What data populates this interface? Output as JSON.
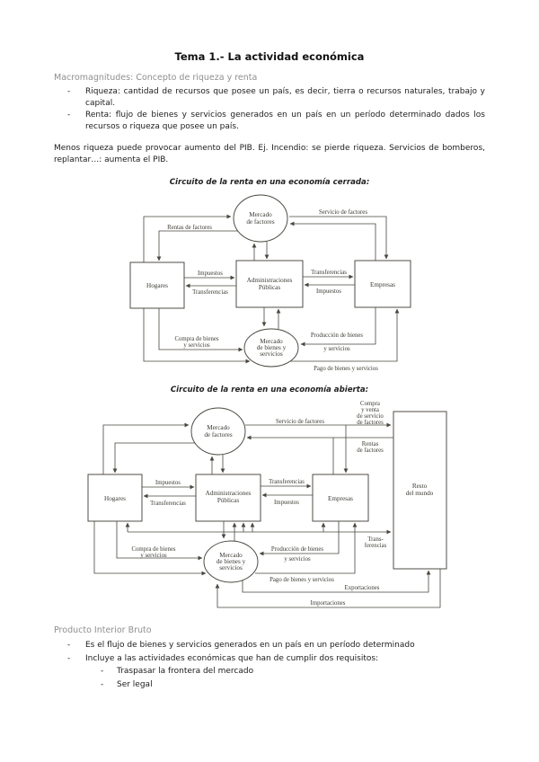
{
  "page": {
    "title": "Tema 1.- La actividad económica"
  },
  "intro": {
    "heading": "Macromagnitudes: Concepto de riqueza y renta",
    "bullet_char": "-",
    "bullets": [
      {
        "line1": "Riqueza: cantidad de recursos que posee un país, es decir, tierra o recursos naturales, trabajo y",
        "line2": "capital."
      },
      {
        "line1": "Renta: flujo de bienes y servicios generados en un país en un período determinado dados los",
        "line2": "recursos o riqueza que posee un país."
      }
    ],
    "paragraph": {
      "line1": "Menos riqueza puede provocar aumento del PIB. Ej. Incendio: se pierde riqueza. Servicios de bomberos,",
      "line2": "replantar…: aumenta el PIB."
    }
  },
  "diagram_closed": {
    "caption": "Circuito de la renta en una economía cerrada:",
    "nodes": {
      "factores": {
        "line1": "Mercado",
        "line2": "de factores"
      },
      "hogares": "Hogares",
      "administraciones": {
        "line1": "Administraciones",
        "line2": "Públicas"
      },
      "empresas": "Empresas",
      "bienes": {
        "line1": "Mercado",
        "line2": "de bienes y",
        "line3": "servicios"
      }
    },
    "labels": {
      "servicio_factores": "Servicio de factores",
      "rentas_factores": "Rentas de factores",
      "impuestos_izq": "Impuestos",
      "transferencias_izq": "Transferencias",
      "transferencias_der": "Transferencias",
      "impuestos_der": "Impuestos",
      "compra_l1": "Compra de bienes",
      "compra_l2": "y servicios",
      "produccion_l1": "Producción de bienes",
      "produccion_l2": "y servicios",
      "pago": "Pago de bienes y servicios"
    }
  },
  "diagram_open": {
    "caption": "Circuito de la renta en una economía abierta:",
    "nodes": {
      "factores": {
        "line1": "Mercado",
        "line2": "de factores"
      },
      "hogares": "Hogares",
      "administraciones": {
        "line1": "Administraciones",
        "line2": "Públicas"
      },
      "empresas": "Empresas",
      "resto": {
        "line1": "Resto",
        "line2": "del mundo"
      },
      "bienes": {
        "line1": "Mercado",
        "line2": "de bienes y",
        "line3": "servicios"
      }
    },
    "labels": {
      "servicio_factores": "Servicio de factores",
      "compra_venta_l1": "Compra",
      "compra_venta_l2": "y venta",
      "compra_venta_l3": "de servicio",
      "compra_venta_l4": "de factores",
      "rentas_l1": "Rentas",
      "rentas_l2": "de factores",
      "impuestos_izq": "Impuestos",
      "transferencias_izq": "Transferencias",
      "transferencias_der": "Transferencias",
      "impuestos_der": "Impuestos",
      "trans_resto_l1": "Trans-",
      "trans_resto_l2": "ferencias",
      "compra_l1": "Compra de bienes",
      "compra_l2": "y servicios",
      "produccion_l1": "Producción de bienes",
      "produccion_l2": "y servicios",
      "pago": "Pago de bienes y servicios",
      "exportaciones": "Exportaciones",
      "importaciones": "Importaciones"
    }
  },
  "pib": {
    "heading": "Producto Interior Bruto",
    "bullet_char": "-",
    "bullets": [
      "Es el flujo de bienes y servicios generados en un país en un período determinado",
      "Incluye a las actividades económicas que han de cumplir dos requisitos:"
    ],
    "sub_bullets": [
      "Traspasar la frontera del mercado",
      "Ser legal"
    ]
  }
}
